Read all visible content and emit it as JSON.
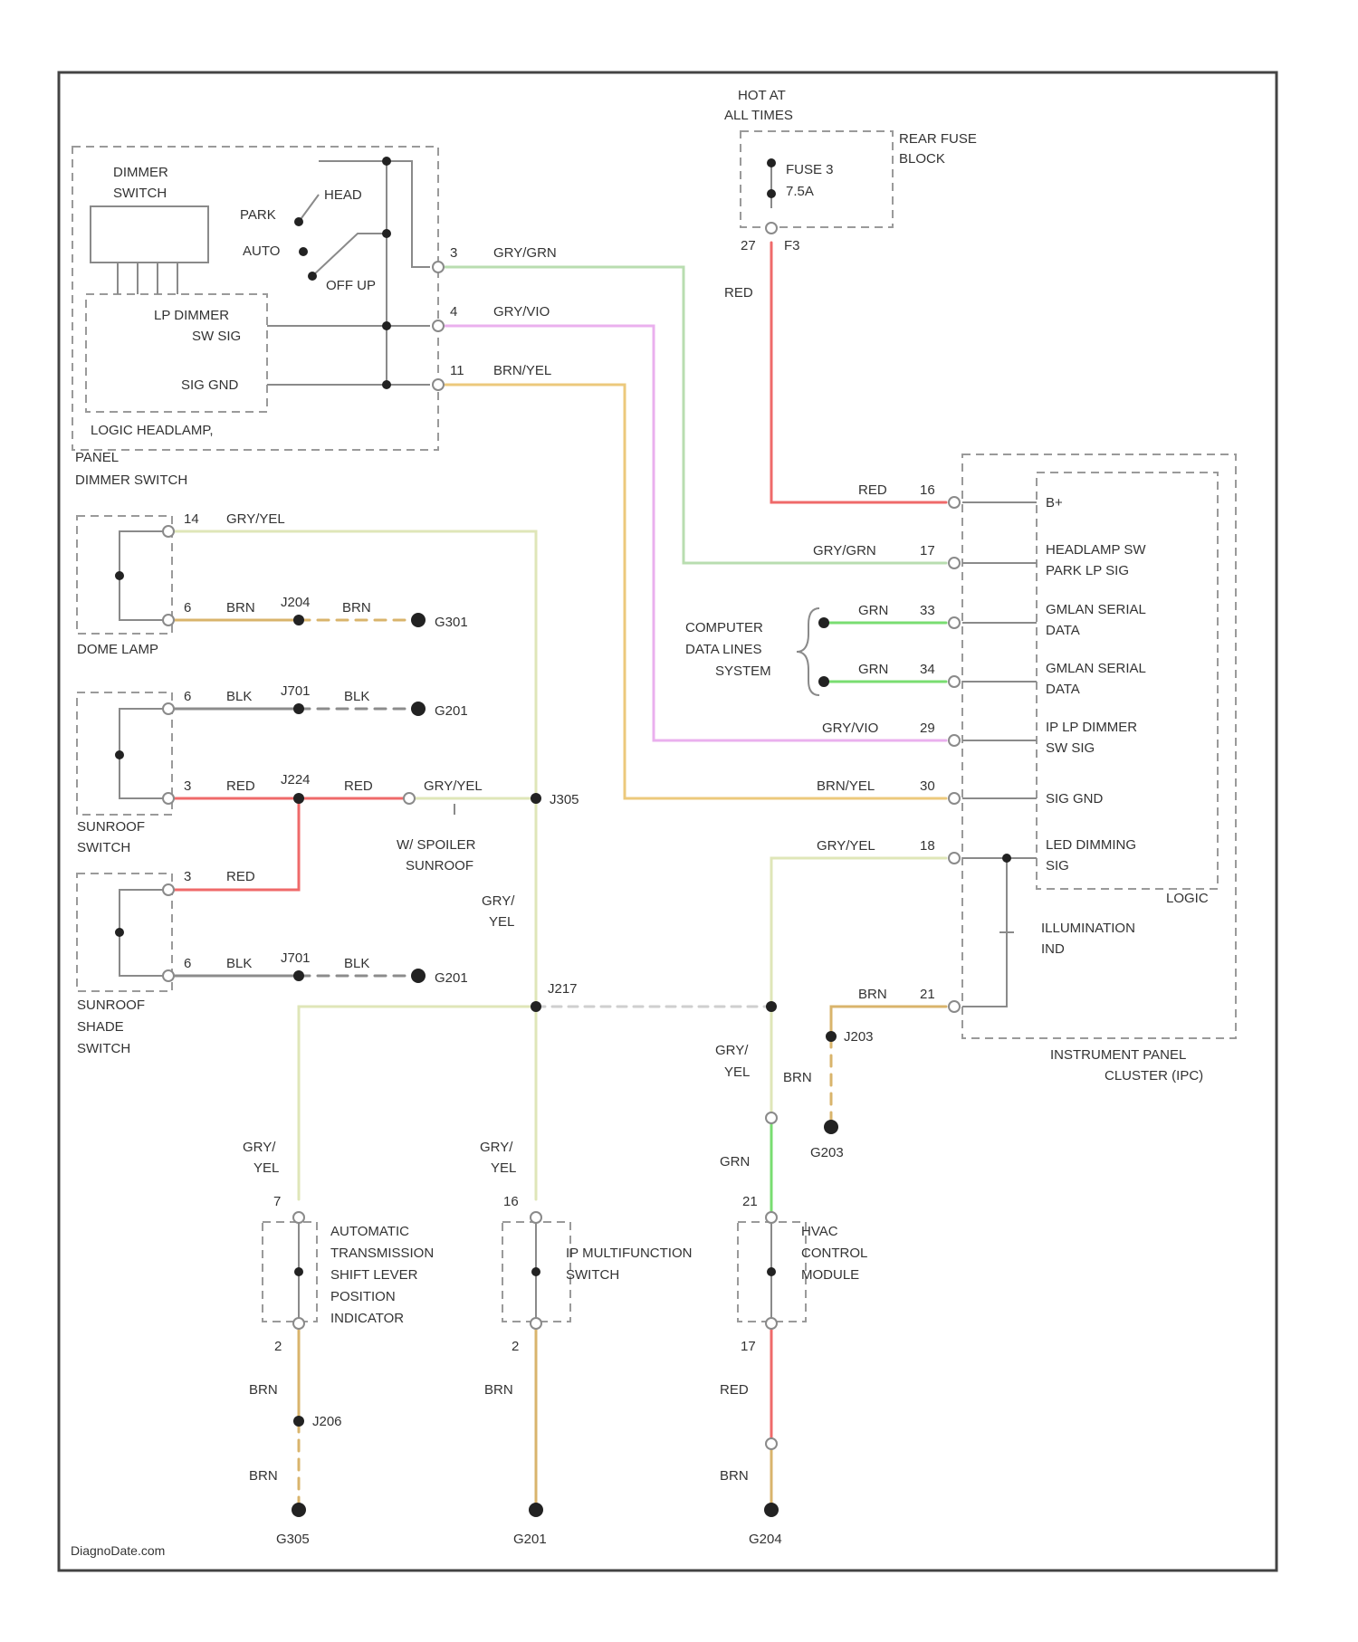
{
  "colors": {
    "gry_grn": "#b9ddb0",
    "gry_vio": "#eab0ee",
    "brn_yel": "#ecc97c",
    "gry_yel": "#dfe6b8",
    "red": "#ef6a6a",
    "grn": "#79dd71",
    "brn": "#d9b46c",
    "blk": "#8c8c8c",
    "frame": "#444444"
  },
  "hot_at_all_times": [
    "HOT AT",
    "ALL TIMES"
  ],
  "fuse": {
    "line1": "FUSE 3",
    "line2": "7.5A",
    "pin_a": "27",
    "pin_b": "F3"
  },
  "rear_fuse_block": [
    "REAR FUSE",
    "BLOCK"
  ],
  "dimmer_switch": [
    "DIMMER",
    "SWITCH"
  ],
  "headlamp_switch": {
    "park": "PARK",
    "head": "HEAD",
    "auto": "AUTO",
    "off_ul": "OFF UP"
  },
  "lp_dimmer_sw_sig": [
    "LP DIMMER",
    "SW SIG"
  ],
  "sig_gnd": "SIG GND",
  "logic_headlamp": [
    "LOGIC HEADLAMP,",
    "PANEL",
    "DIMMER SWITCH"
  ],
  "wires_top": [
    {
      "pin": "3",
      "color": "GRY/GRN"
    },
    {
      "pin": "4",
      "color": "GRY/VIO"
    },
    {
      "pin": "11",
      "color": "BRN/YEL"
    }
  ],
  "fuse_wire": "RED",
  "ipc_pins": [
    {
      "pin": "16",
      "wire": "RED",
      "function": [
        "B+"
      ]
    },
    {
      "pin": "17",
      "wire": "GRY/GRN",
      "function": [
        "HEADLAMP SW",
        "PARK LP SIG"
      ]
    },
    {
      "pin": "33",
      "wire": "GRN",
      "function": [
        "GMLAN SERIAL",
        "DATA"
      ]
    },
    {
      "pin": "34",
      "wire": "GRN",
      "function": [
        "GMLAN SERIAL",
        "DATA"
      ]
    },
    {
      "pin": "29",
      "wire": "GRY/VIO",
      "function": [
        "IP LP DIMMER",
        "SW SIG"
      ]
    },
    {
      "pin": "30",
      "wire": "BRN/YEL",
      "function": [
        "SIG GND"
      ]
    },
    {
      "pin": "18",
      "wire": "GRY/YEL",
      "function": [
        "LED DIMMING",
        "SIG"
      ]
    },
    {
      "pin": "21",
      "wire": "BRN",
      "function": []
    }
  ],
  "logic_label": "LOGIC",
  "illumination": [
    "ILLUMINATION",
    "IND"
  ],
  "ipc_label": [
    "INSTRUMENT PANEL",
    "CLUSTER (IPC)"
  ],
  "computer_data": [
    "COMPUTER",
    "DATA LINES",
    "SYSTEM"
  ],
  "dome_lamp": {
    "label": "DOME LAMP",
    "pin_top": "14",
    "pin_bottom": "6",
    "wire_top": "GRY/YEL",
    "wire_bottom": "BRN",
    "splice": "J204",
    "ground": "G301"
  },
  "sunroof_switch": {
    "label": [
      "SUNROOF",
      "SWITCH"
    ],
    "pin_top": "6",
    "pin_bottom": "3",
    "wire_blk": "BLK",
    "wire_red": "RED",
    "splice_blk": "J701",
    "splice_red": "J224",
    "ground": "G201"
  },
  "spoiler_label": [
    "W/ SPOILER",
    "SUNROOF"
  ],
  "gry_yel_label": "GRY/YEL",
  "junction_j305": "J305",
  "gry_yel_vertical": [
    "GRY/",
    "YEL"
  ],
  "sunroof_shade": {
    "label": [
      "SUNROOF",
      "SHADE",
      "SWITCH"
    ],
    "pin_top": "3",
    "pin_bottom": "6",
    "wire_red": "RED",
    "wire_blk": "BLK",
    "splice": "J701",
    "ground": "G201"
  },
  "junction_j217": "J217",
  "bottom_components": [
    {
      "label": [
        "AUTOMATIC",
        "TRANSMISSION",
        "SHIFT LEVER",
        "POSITION",
        "INDICATOR"
      ],
      "pin_top": "7",
      "pin_bottom": "2",
      "wire_top": [
        "GRY/",
        "YEL"
      ],
      "wire_bottom": "BRN",
      "wire_bottom2": "BRN",
      "splice": "J206",
      "ground": "G305"
    },
    {
      "label": [
        "IP MULTIFUNCTION",
        "SWITCH"
      ],
      "pin_top": "16",
      "pin_bottom": "2",
      "wire_top": [
        "GRY/",
        "YEL"
      ],
      "wire_bottom": "BRN",
      "ground": "G201"
    },
    {
      "label": [
        "HVAC",
        "CONTROL",
        "MODULE"
      ],
      "pin_top": "21",
      "pin_bottom": "17",
      "wire_top": "GRN",
      "wire_bottom": "RED",
      "wire_bottom2": "BRN",
      "ground": "G204"
    }
  ],
  "ipc_ground": {
    "wire": "BRN",
    "splice": "J203",
    "ground": "G203"
  },
  "gry_yel_ipc": [
    "GRY/",
    "YEL"
  ],
  "watermark": "DiagnoDate.com"
}
